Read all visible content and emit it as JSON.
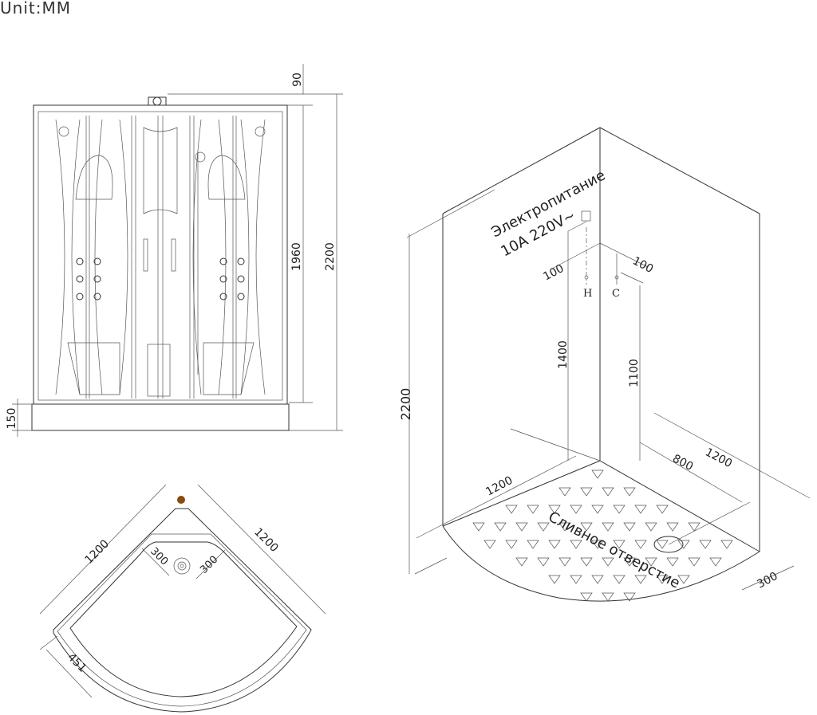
{
  "unit_label": "Unit:MM",
  "front_view": {
    "dim_top": "90",
    "dim_cabin": "1960",
    "dim_total": "2200",
    "dim_base": "150"
  },
  "iso_view": {
    "dim_height": "2200",
    "power_line1": "Электропитание",
    "power_line2": "10A 220V~",
    "dim_hot_offset": "100",
    "dim_cold_offset": "100",
    "hot_label": "H",
    "cold_label": "C",
    "dim_hot_height": "1400",
    "dim_cold_height": "1100",
    "dim_left_width": "1200",
    "dim_drain_distance": "800",
    "dim_right_width": "1200",
    "dim_drain_offset": "300",
    "drain_label": "Сливное отверстие"
  },
  "plan_view": {
    "dim_left": "1200",
    "dim_right": "1200",
    "dim_drain_left": "300",
    "dim_drain_right": "300",
    "dim_straight": "451"
  },
  "colors": {
    "line": "#333333",
    "dot": "#8a4a10"
  }
}
